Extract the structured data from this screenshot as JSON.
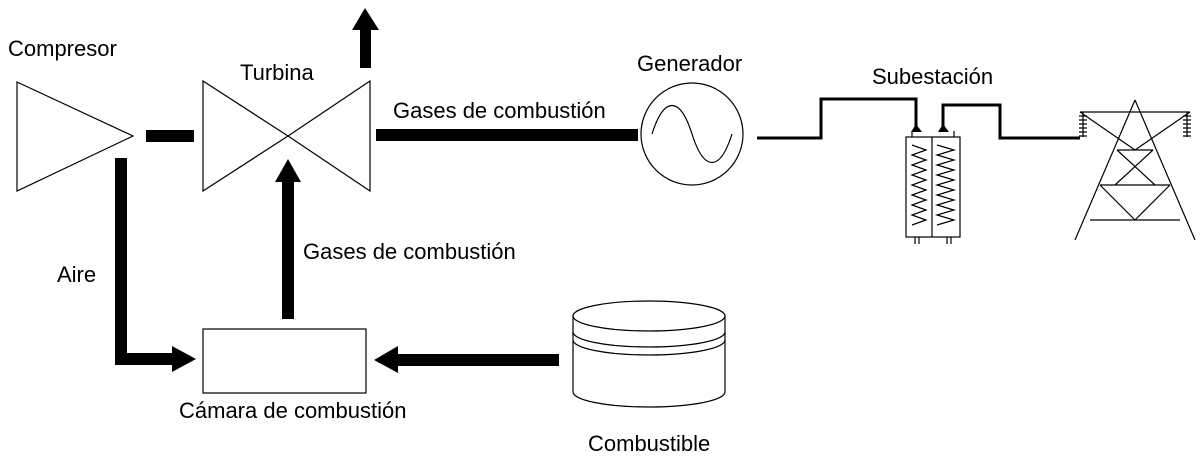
{
  "labels": {
    "compresor": "Compresor",
    "turbina": "Turbina",
    "generador": "Generador",
    "subestacion": "Subestación",
    "gases_top": "Gases de combustión",
    "gases_vertical": "Gases de combustión",
    "aire": "Aire",
    "camara": "Cámara de combustión",
    "combustible": "Combustible"
  },
  "colors": {
    "line": "#000000",
    "background": "#ffffff"
  }
}
